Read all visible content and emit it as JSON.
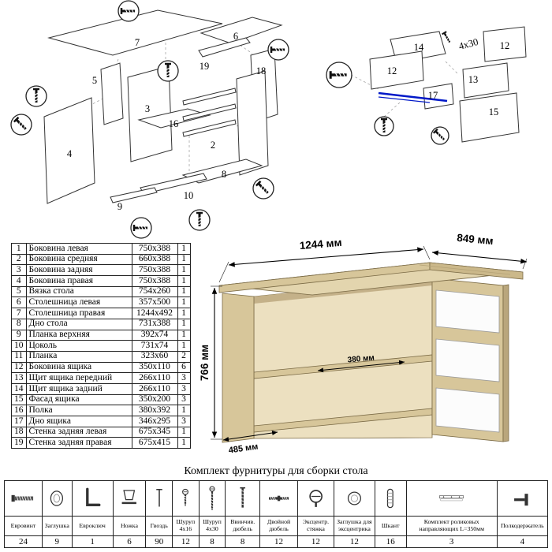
{
  "left_diagram": {
    "labels": [
      "7",
      "6",
      "19",
      "18",
      "5",
      "4",
      "3",
      "16",
      "2",
      "10",
      "8",
      "9"
    ]
  },
  "right_diagram": {
    "labels": [
      "14",
      "12",
      "12",
      "13",
      "17",
      "15"
    ],
    "annotation": "4x30"
  },
  "parts_table": {
    "rows": [
      {
        "num": "1",
        "name": "Боковина левая",
        "size": "750x388",
        "qty": "1"
      },
      {
        "num": "2",
        "name": "Боковина средняя",
        "size": "660x388",
        "qty": "1"
      },
      {
        "num": "3",
        "name": "Боковина задняя",
        "size": "750x388",
        "qty": "1"
      },
      {
        "num": "4",
        "name": "Боковина правая",
        "size": "750x388",
        "qty": "1"
      },
      {
        "num": "5",
        "name": "Вязка стола",
        "size": "754x260",
        "qty": "1"
      },
      {
        "num": "6",
        "name": "Столешница левая",
        "size": "357x500",
        "qty": "1"
      },
      {
        "num": "7",
        "name": "Столешница правая",
        "size": "1244x492",
        "qty": "1"
      },
      {
        "num": "8",
        "name": "Дно стола",
        "size": "731x388",
        "qty": "1"
      },
      {
        "num": "9",
        "name": "Планка верхняя",
        "size": "392x74",
        "qty": "1"
      },
      {
        "num": "10",
        "name": "Цоколь",
        "size": "731x74",
        "qty": "1"
      },
      {
        "num": "11",
        "name": "Планка",
        "size": "323x60",
        "qty": "2"
      },
      {
        "num": "12",
        "name": "Боковина ящика",
        "size": "350x110",
        "qty": "6"
      },
      {
        "num": "13",
        "name": "Щит ящика передний",
        "size": "266x110",
        "qty": "3"
      },
      {
        "num": "14",
        "name": "Щит ящика задний",
        "size": "266x110",
        "qty": "3"
      },
      {
        "num": "15",
        "name": "Фасад ящика",
        "size": "350x200",
        "qty": "3"
      },
      {
        "num": "16",
        "name": "Полка",
        "size": "380x392",
        "qty": "1"
      },
      {
        "num": "17",
        "name": "Дно ящика",
        "size": "346x295",
        "qty": "3"
      },
      {
        "num": "18",
        "name": "Стенка задняя левая",
        "size": "675x345",
        "qty": "1"
      },
      {
        "num": "19",
        "name": "Стенка задняя правая",
        "size": "675x415",
        "qty": "1"
      }
    ]
  },
  "desk": {
    "dims": {
      "width": "1244 мм",
      "depth": "849 мм",
      "height": "766 мм",
      "shelf": "380 мм",
      "base": "485 мм"
    }
  },
  "hardware": {
    "title": "Комплект фурнитуры для сборки стола",
    "items": [
      {
        "name": "Евровинт",
        "qty": "24",
        "icon": "icon-euroscrew"
      },
      {
        "name": "Заглушка",
        "qty": "9",
        "icon": "icon-cap"
      },
      {
        "name": "Евроключ",
        "qty": "1",
        "icon": "icon-hexkey"
      },
      {
        "name": "Ножка",
        "qty": "6",
        "icon": "icon-leg"
      },
      {
        "name": "Гвоздь",
        "qty": "90",
        "icon": "icon-nail"
      },
      {
        "name": "Шуруп 4x16",
        "qty": "12",
        "icon": "icon-screw-short"
      },
      {
        "name": "Шуруп 4x30",
        "qty": "8",
        "icon": "icon-screw-long"
      },
      {
        "name": "Ввинчив. дюбель",
        "qty": "8",
        "icon": "icon-dowel-screw"
      },
      {
        "name": "Двойной дюбель",
        "qty": "12",
        "icon": "icon-double-dowel"
      },
      {
        "name": "Эксцентр. стяжка",
        "qty": "12",
        "icon": "icon-camlock"
      },
      {
        "name": "Заглушка для эксцентрика",
        "qty": "12",
        "icon": "icon-camcap"
      },
      {
        "name": "Шкант",
        "qty": "16",
        "icon": "icon-dowel"
      },
      {
        "name": "Комплект роликовых направляющих L=350мм",
        "qty": "3",
        "icon": "icon-slides"
      },
      {
        "name": "Полкодержатель",
        "qty": "4",
        "icon": "icon-shelfpin"
      }
    ]
  }
}
